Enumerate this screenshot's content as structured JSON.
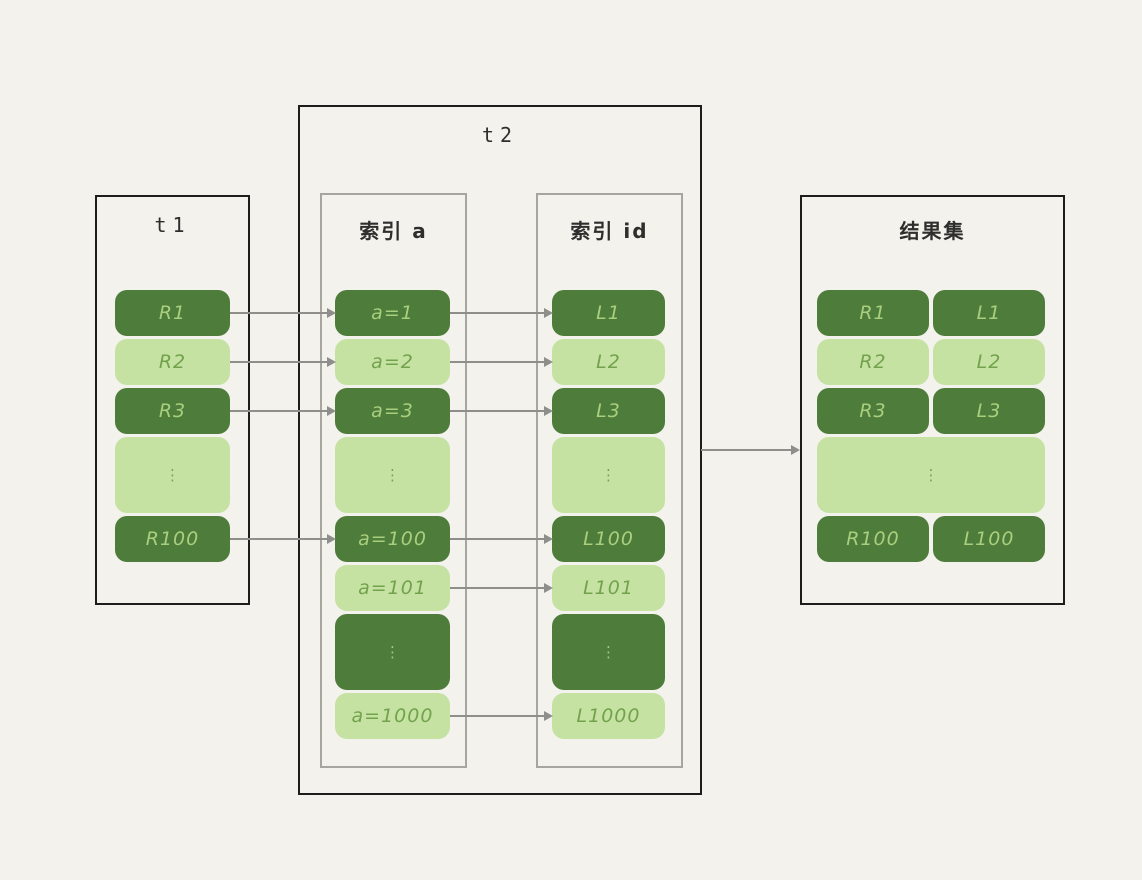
{
  "colors": {
    "background": "#f4f2ed",
    "dark_green": "#4e7c3b",
    "light_green": "#c5e2a3",
    "text_on_dark": "#a9cf7e",
    "text_on_light": "#73a24c",
    "frame_border_black": "#1d1d1b",
    "frame_border_gray": "#a6a69f",
    "arrow_gray": "#8e8e8a"
  },
  "t1": {
    "title": "t1",
    "rows": [
      {
        "label": "R1",
        "tone": "dark"
      },
      {
        "label": "R2",
        "tone": "light"
      },
      {
        "label": "R3",
        "tone": "dark"
      },
      {
        "label": "⋮",
        "tone": "light",
        "tall": true
      },
      {
        "label": "R100",
        "tone": "dark"
      }
    ]
  },
  "t2": {
    "title": "t2",
    "index_a": {
      "title": "索引 a",
      "rows": [
        {
          "label": "a=1",
          "tone": "dark"
        },
        {
          "label": "a=2",
          "tone": "light"
        },
        {
          "label": "a=3",
          "tone": "dark"
        },
        {
          "label": "⋮",
          "tone": "light",
          "tall": true
        },
        {
          "label": "a=100",
          "tone": "dark"
        },
        {
          "label": "a=101",
          "tone": "light"
        },
        {
          "label": "⋮",
          "tone": "dark",
          "tall": true
        },
        {
          "label": "a=1000",
          "tone": "light"
        }
      ]
    },
    "index_id": {
      "title": "索引 id",
      "rows": [
        {
          "label": "L1",
          "tone": "dark"
        },
        {
          "label": "L2",
          "tone": "light"
        },
        {
          "label": "L3",
          "tone": "dark"
        },
        {
          "label": "⋮",
          "tone": "light",
          "tall": true
        },
        {
          "label": "L100",
          "tone": "dark"
        },
        {
          "label": "L101",
          "tone": "light"
        },
        {
          "label": "⋮",
          "tone": "dark",
          "tall": true
        },
        {
          "label": "L1000",
          "tone": "light"
        }
      ]
    }
  },
  "result": {
    "title": "结果集",
    "rows": [
      {
        "left": "R1",
        "right": "L1",
        "tone": "dark"
      },
      {
        "left": "R2",
        "right": "L2",
        "tone": "light"
      },
      {
        "left": "R3",
        "right": "L3",
        "tone": "dark"
      },
      {
        "label": "⋮",
        "tone": "light",
        "tall": true,
        "merged": true
      },
      {
        "left": "R100",
        "right": "L100",
        "tone": "dark"
      }
    ]
  }
}
